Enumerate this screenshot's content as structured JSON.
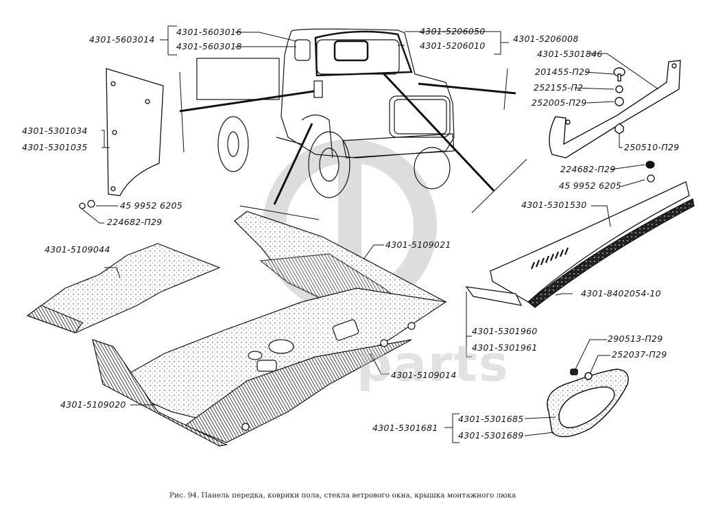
{
  "watermark": {
    "text": "parts",
    "logo": "ga-logo-watermark",
    "color": "#bebebe"
  },
  "caption": "Рис. 94.  Панель передка, коврики пола, стекла ветрового окна, крышка монтажного люка",
  "groups": {
    "door_vent": {
      "parent": "4301-5603014",
      "children": [
        "4301-5603016",
        "4301-5603018"
      ]
    },
    "windshield": {
      "parent": "4301-5206008",
      "children": [
        "4301-5206050",
        "4301-5206010"
      ]
    },
    "hatch_cover": {
      "parent": "4301-5301681",
      "children": [
        "4301-5301685",
        "4301-5301689"
      ]
    },
    "side_panel": {
      "items": [
        "4301-5301034",
        "4301-5301035"
      ]
    },
    "cowl_strip": {
      "items": [
        "4301-5301960",
        "4301-5301961"
      ]
    }
  },
  "labels": {
    "bracket": "4301-5301846",
    "bolt_top": "201455-П29",
    "washer_spring": "252155-П2",
    "washer_flat": "252005-П29",
    "nut": "250510-П29",
    "screw_right": "224682-П29",
    "lockwasher_right": "45 9952 6205",
    "cowl_panel": "4301-5301530",
    "seal": "4301-8402054-10",
    "lockwasher_left": "45 9952 6205",
    "screw_left": "224682-П29",
    "mat_rear": "4301-5109044",
    "mat_front": "4301-5109021",
    "mat_main": "4301-5109014",
    "mat_side": "4301-5109020",
    "hatch_bolt": "290513-П29",
    "hatch_washer": "252037-П29"
  }
}
